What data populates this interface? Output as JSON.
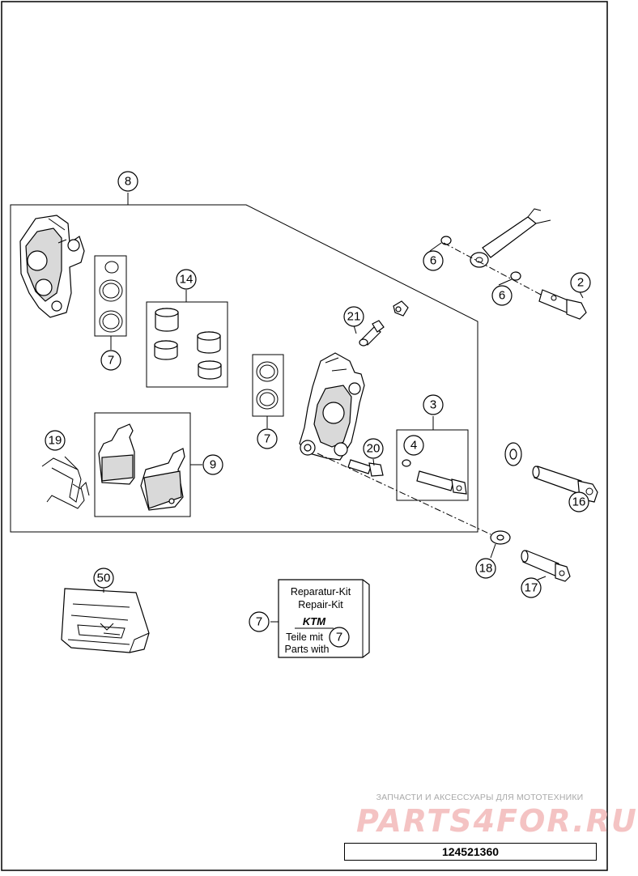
{
  "callouts": {
    "c8": "8",
    "c6a": "6",
    "c6b": "6",
    "c2": "2",
    "c14": "14",
    "c21": "21",
    "c7a": "7",
    "c7b": "7",
    "c3": "3",
    "c4": "4",
    "c20": "20",
    "c19": "19",
    "c9": "9",
    "c16": "16",
    "c18": "18",
    "c17": "17",
    "c50": "50",
    "c7c": "7",
    "c7d": "7"
  },
  "repair_kit": {
    "line1": "Reparatur-Kit",
    "line2": "Repair-Kit",
    "logo": "KTM",
    "line3": "Teile mit",
    "line4": "Parts with"
  },
  "watermark": {
    "tagline": "ЗАПЧАСТИ И АКСЕССУАРЫ ДЛЯ МОТОТЕХНИКИ",
    "logo": "PARTS4FOR.RU"
  },
  "drawing_number": "124521360"
}
